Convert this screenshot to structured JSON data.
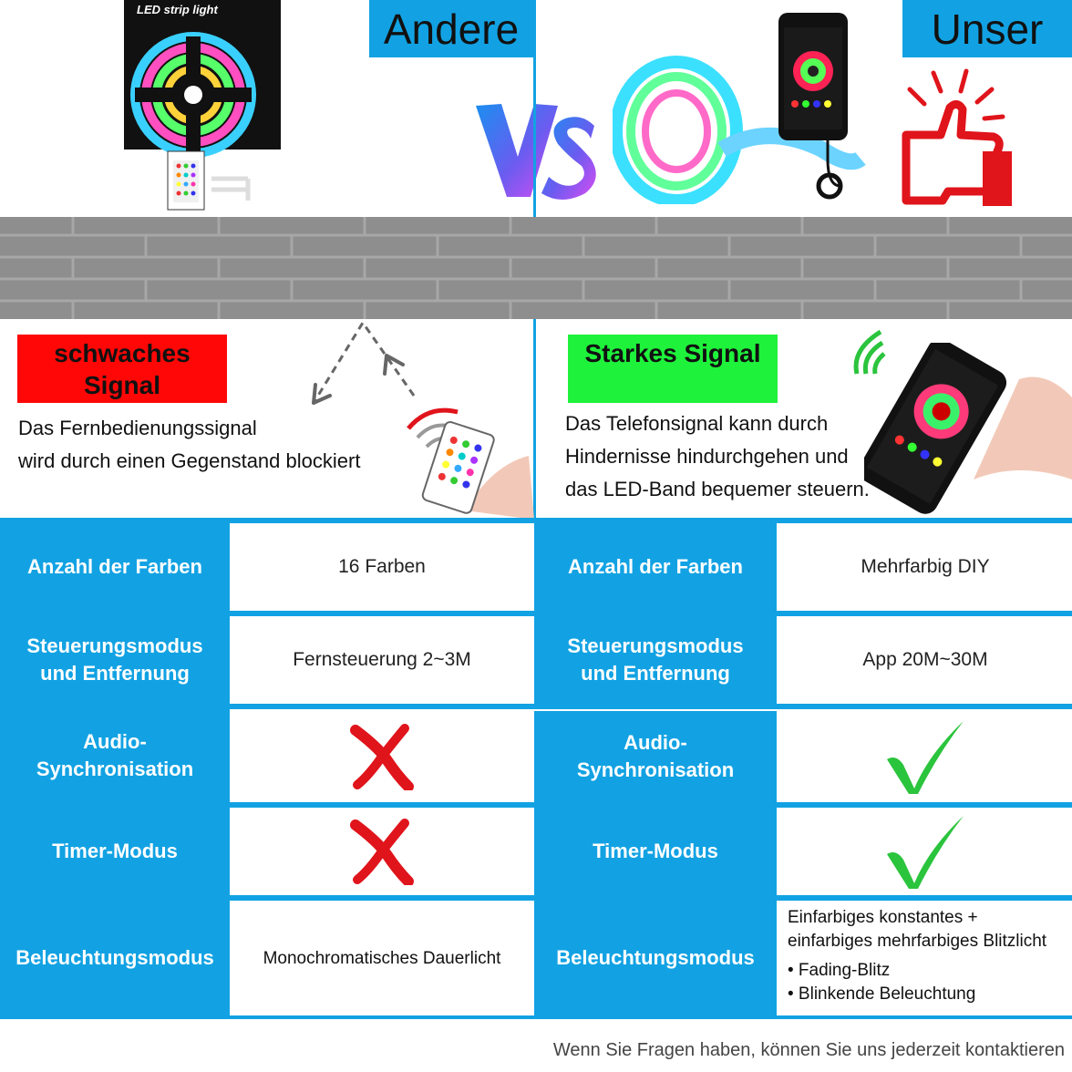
{
  "header": {
    "left_label": "Andere",
    "right_label": "Unser",
    "product_box_text": "LED strip light"
  },
  "signal": {
    "weak_tag": "schwaches Signal",
    "weak_desc_line1": "Das Fernbedienungssignal",
    "weak_desc_line2": "wird durch einen Gegenstand blockiert",
    "strong_tag": "Starkes Signal",
    "strong_desc_line1": "Das Telefonsignal kann durch",
    "strong_desc_line2": "Hindernisse hindurchgehen und",
    "strong_desc_line3": "das LED-Band bequemer steuern."
  },
  "table": {
    "rows": [
      {
        "label": "Anzahl der Farben",
        "left_value": "16 Farben",
        "right_value": "Mehrfarbig DIY"
      },
      {
        "label": "Steuerungsmodus und Entfernung",
        "left_value": "Fernsteuerung 2~3M",
        "right_value": "App 20M~30M"
      },
      {
        "label": "Audio-Synchronisation",
        "left_value": "cross",
        "right_value": "check"
      },
      {
        "label": "Timer-Modus",
        "left_value": "cross",
        "right_value": "check"
      },
      {
        "label": "Beleuchtungsmodus",
        "left_value": "Monochromatisches Dauerlicht",
        "right_value": ""
      }
    ],
    "light_right_line1": "Einfarbiges konstantes +",
    "light_right_line2": "einfarbiges mehrfarbiges Blitzlicht",
    "light_right_bullet1": "• Fading-Blitz",
    "light_right_bullet2": "• Blinkende Beleuchtung",
    "row2_label_line1": "Steuerungsmodus",
    "row2_label_line2": "und Entfernung",
    "row3_label_line1": "Audio-",
    "row3_label_line2": "Synchronisation"
  },
  "footer": {
    "text": "Wenn Sie Fragen haben, können Sie uns jederzeit kontaktieren"
  },
  "colors": {
    "accent_blue": "#12a2e3",
    "weak_red": "#ff0707",
    "strong_green": "#1ef23b",
    "cross_red": "#e0141b",
    "check_green": "#2bc43d"
  },
  "icons": [
    "led-strip-box-icon",
    "remote-control-icon",
    "vs-logo-icon",
    "phone-app-icon",
    "thumbs-up-icon",
    "signal-wave-icon",
    "cross-icon",
    "check-icon"
  ]
}
